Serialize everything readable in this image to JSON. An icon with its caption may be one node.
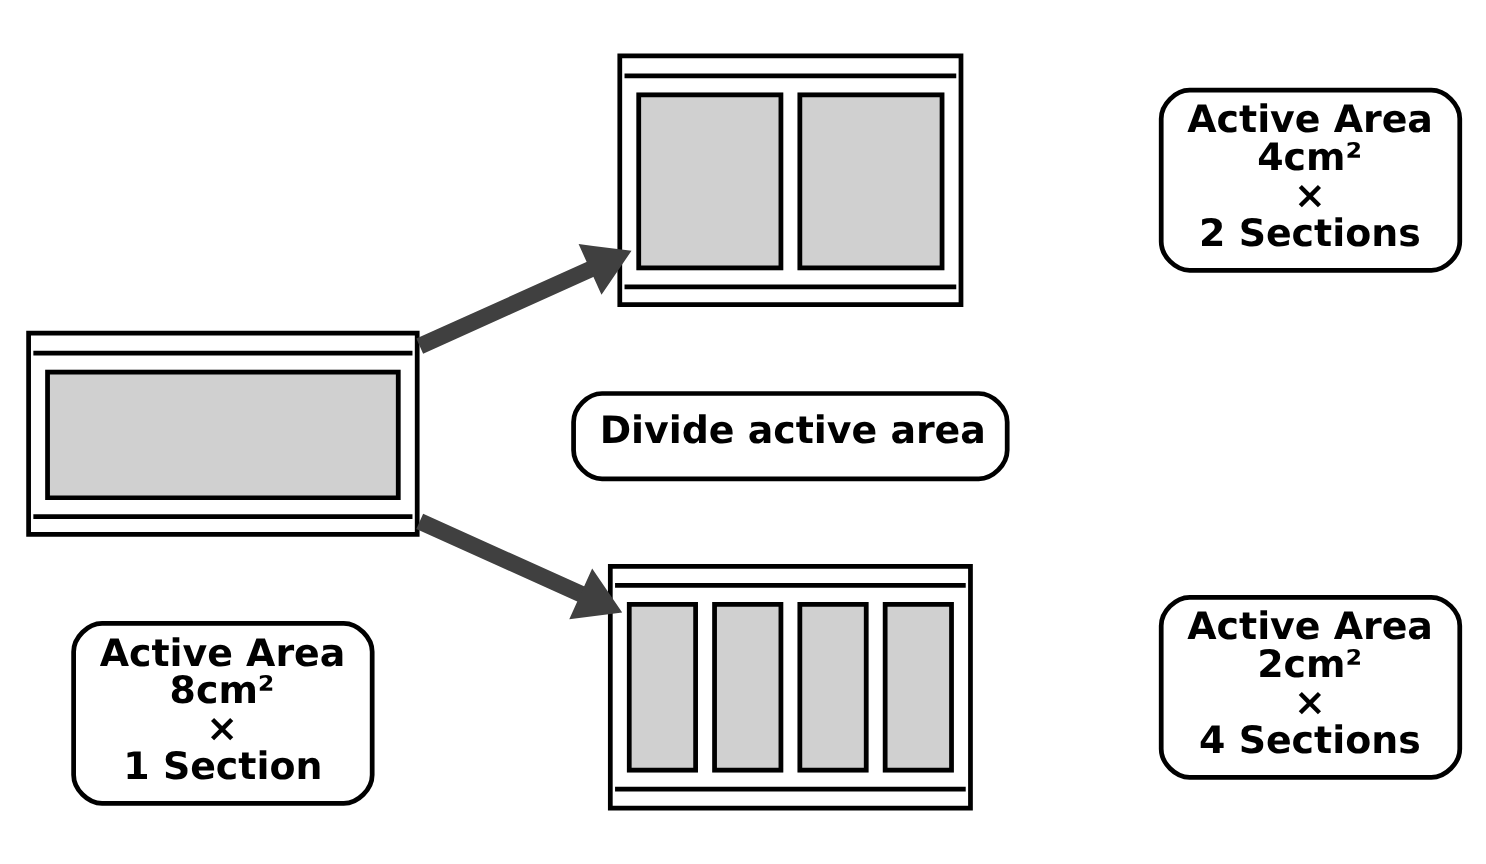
{
  "diagram": {
    "nodes": [
      {
        "text": [],
        "shape": "box"
      },
      {
        "text": [],
        "shape": "box"
      },
      {
        "text": [
          "Active Area",
          "4cm²",
          "×",
          "2 Sections"
        ]
      },
      {
        "text": [
          "Divide active area"
        ]
      },
      {
        "text": [
          "Active Area",
          "8cm²",
          "×",
          "1 Section"
        ]
      },
      {
        "text": [],
        "shape": "box"
      },
      {
        "text": [
          "Active Area",
          "2cm²",
          "×",
          "4 Sections"
        ]
      }
    ],
    "edges": [
      {
        "from": 0,
        "to": 1,
        "arrow": "to"
      },
      {
        "from": 0,
        "to": 5,
        "arrow": "to"
      }
    ]
  }
}
